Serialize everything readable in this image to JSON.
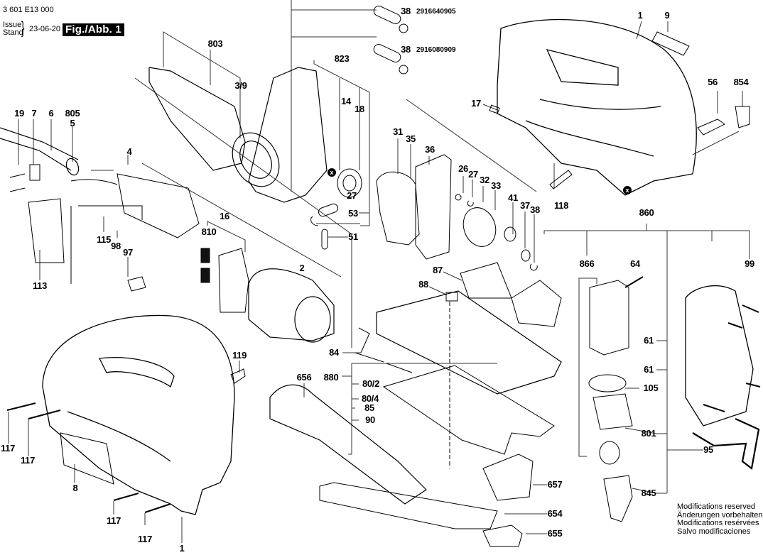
{
  "header": {
    "document_number": "3 601 E13 000",
    "issue_label": "Issue",
    "stand_label": "Stand",
    "issue_date": "23-06-20",
    "figure_label": "Fig./Abb. 1"
  },
  "part_numbers": [
    {
      "item": "38",
      "order_number": "2916640905"
    },
    {
      "item": "38",
      "order_number": "2916080909"
    }
  ],
  "callouts": {
    "c_1_top": "1",
    "c_9": "9",
    "c_17": "17",
    "c_56": "56",
    "c_854": "854",
    "c_118": "118",
    "c_803": "803",
    "c_3_9": "3/9",
    "c_823": "823",
    "c_14": "14",
    "c_18": "18",
    "c_19": "19",
    "c_7": "7",
    "c_6": "6",
    "c_805": "805",
    "c_5": "5",
    "c_4": "4",
    "c_31": "31",
    "c_35": "35",
    "c_36": "36",
    "c_26": "26",
    "c_27a": "27",
    "c_32": "32",
    "c_33": "33",
    "c_27b": "27",
    "c_53": "53",
    "c_51": "51",
    "c_41": "41",
    "c_37": "37",
    "c_38c": "38",
    "c_16": "16",
    "c_810": "810",
    "c_2": "2",
    "c_115": "115",
    "c_98": "98",
    "c_97": "97",
    "c_113": "113",
    "c_87": "87",
    "c_88": "88",
    "c_84": "84",
    "c_860": "860",
    "c_866": "866",
    "c_64": "64",
    "c_99": "99",
    "c_61a": "61",
    "c_61b": "61",
    "c_105": "105",
    "c_801": "801",
    "c_95": "95",
    "c_845": "845",
    "c_119": "119",
    "c_656": "656",
    "c_880": "880",
    "c_80_2": "80/2",
    "c_80_4": "80/4",
    "c_85": "85",
    "c_90": "90",
    "c_657": "657",
    "c_654": "654",
    "c_655": "655",
    "c_117a": "117",
    "c_117b": "117",
    "c_117c": "117",
    "c_117d": "117",
    "c_8": "8",
    "c_1_bottom": "1"
  },
  "markers": {
    "x1": "x",
    "x2": "x"
  },
  "notes": [
    "Modifications reserved",
    "Änderungen vorbehalten",
    "Modifications resérvées",
    "Salvo modificaciones"
  ]
}
